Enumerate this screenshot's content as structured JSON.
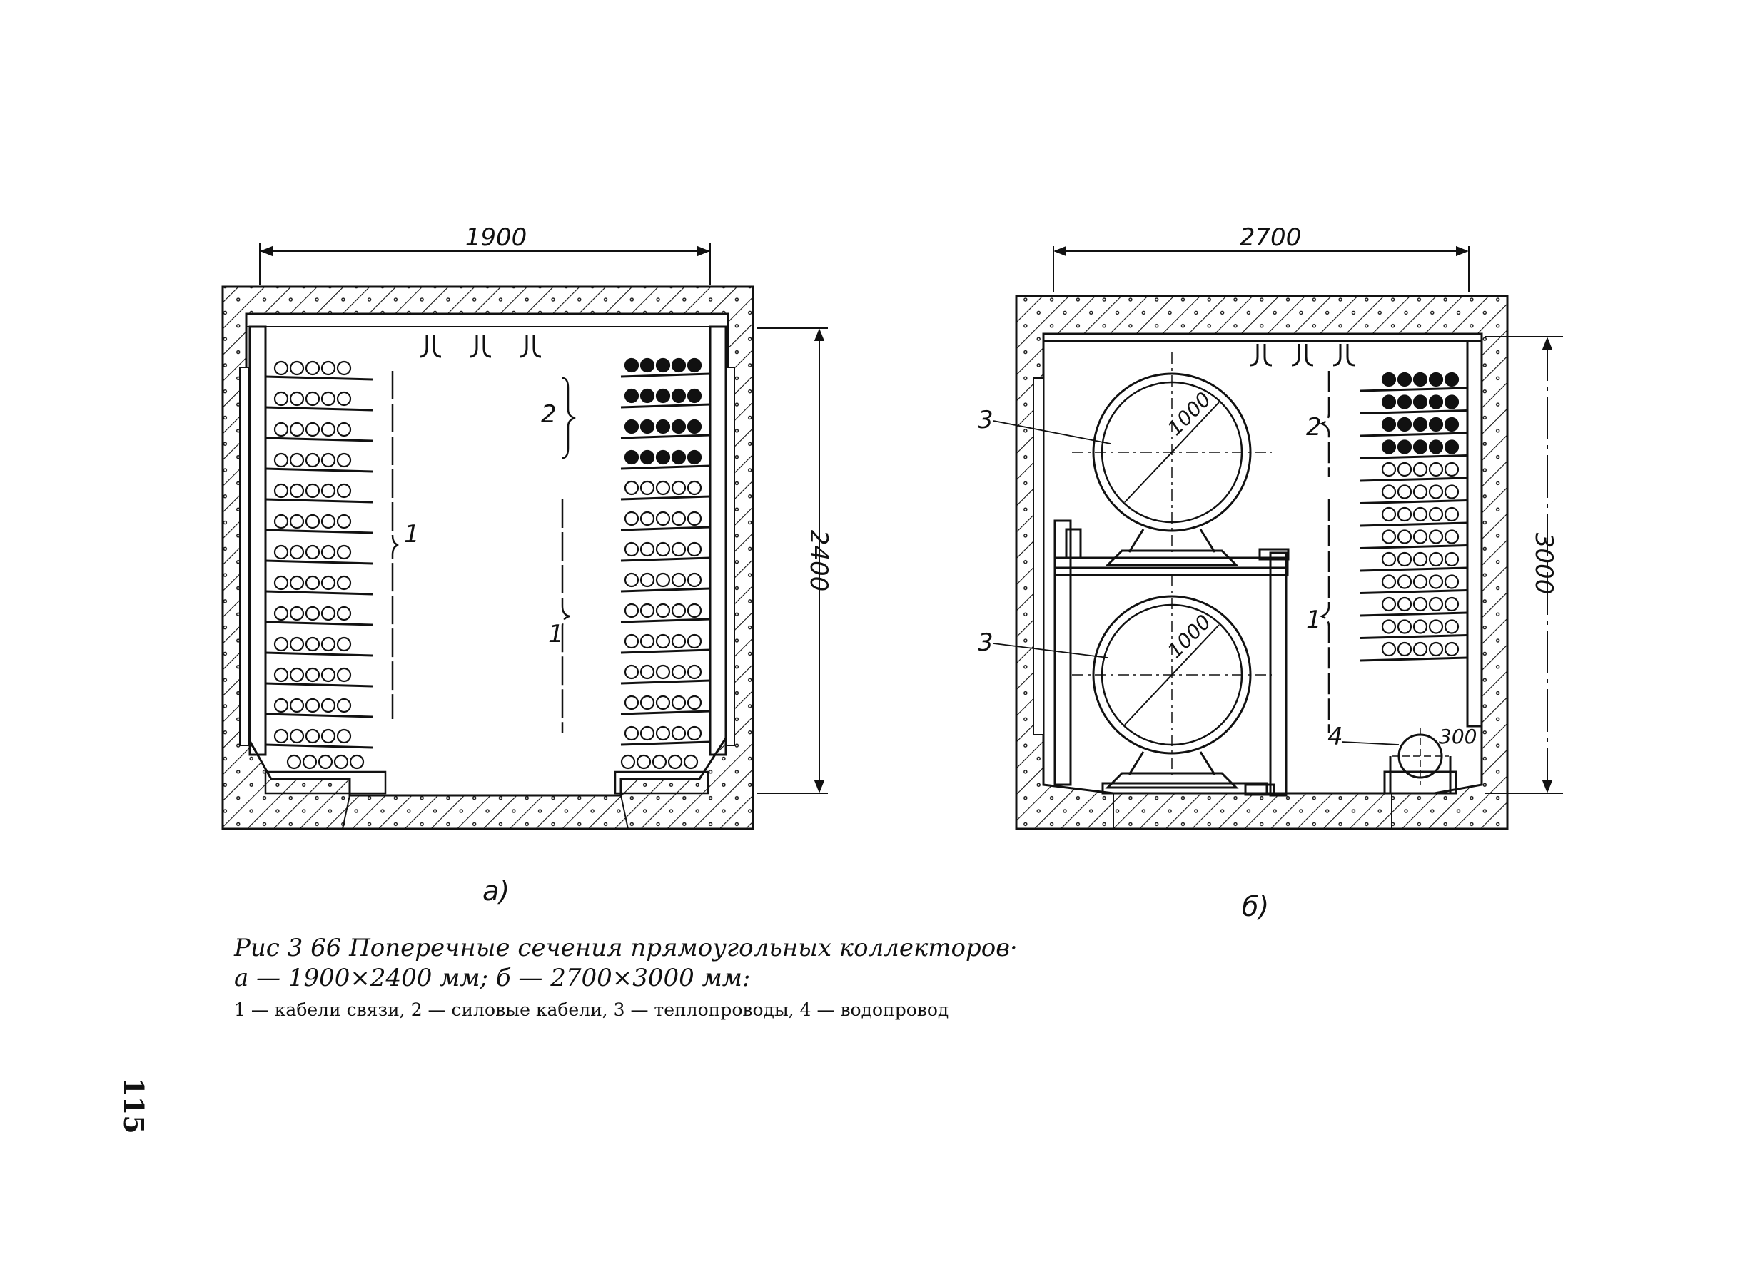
{
  "figure_a": {
    "width_label": "1900",
    "height_label": "2400",
    "callout_power": "2",
    "callout_comm_left": "1",
    "callout_comm_right": "1",
    "sublabel": "а)"
  },
  "figure_b": {
    "width_label": "2700",
    "height_label": "3000",
    "callout_heat_upper": "3",
    "callout_heat_lower": "3",
    "callout_power": "2",
    "callout_comm": "1",
    "callout_water": "4",
    "pipe_upper_label": "1000",
    "pipe_lower_label": "1000",
    "water_pipe_label": "300",
    "sublabel": "б)"
  },
  "caption": {
    "line1": "Рис 3 66 Поперечные сечения прямоугольных коллекторов·",
    "line2": "а — 1900×2400 мм; б — 2700×3000 мм:",
    "line3": "1 — кабели связи, 2 — силовые кабели, 3 — теплопроводы, 4 — водопровод"
  },
  "page_number": "115"
}
